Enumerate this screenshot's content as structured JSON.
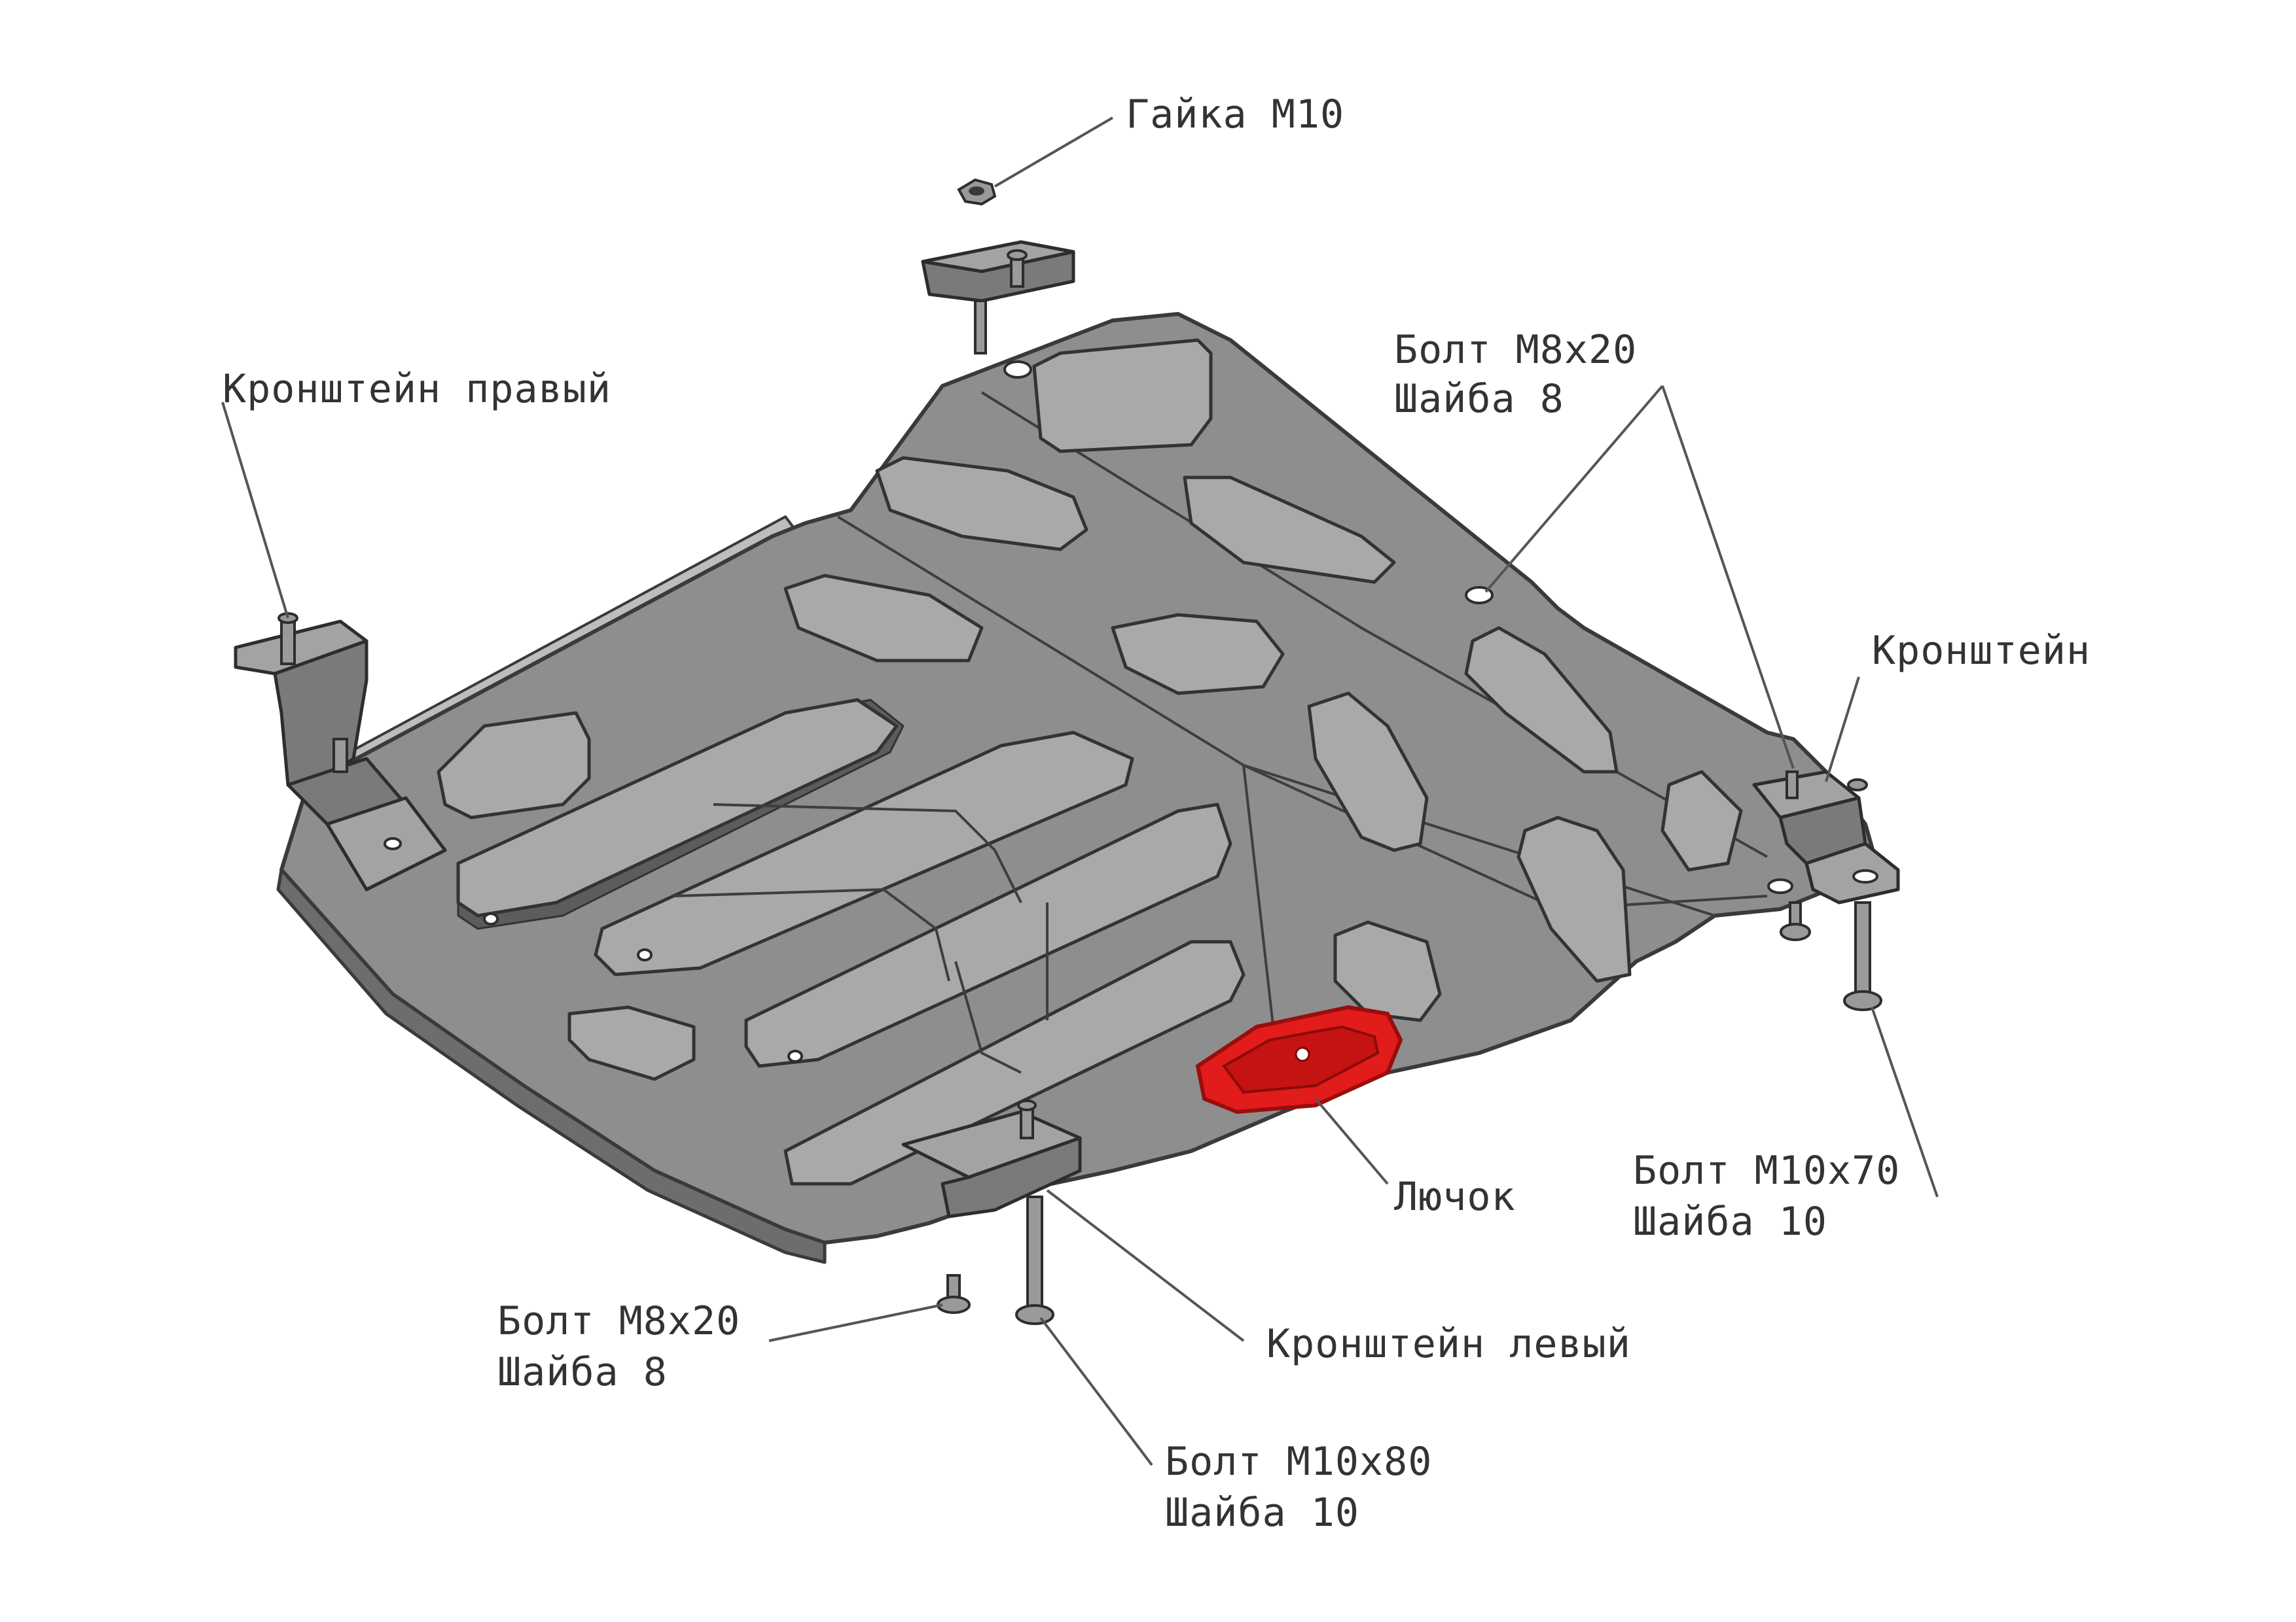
{
  "labels": {
    "nut_m10": "Гайка М10",
    "bracket_right": "Кронштейн правый",
    "bolt_m8_top_line1": "Болт М8х20",
    "bolt_m8_top_line2": "Шайба 8",
    "bracket": "Кронштейн",
    "hatch": "Лючок",
    "bolt_m10x70_line1": "Болт М10х70",
    "bolt_m10x70_line2": "Шайба 10",
    "bolt_m8_bottom_line1": "Болт М8х20",
    "bolt_m8_bottom_line2": "Шайба 8",
    "bracket_left": "Кронштейн левый",
    "bolt_m10x80_line1": "Болт М10х80",
    "bolt_m10x80_line2": "Шайба 10"
  },
  "colors": {
    "hatch_highlight": "#e21b1b",
    "plate": "#8e8e8e",
    "text": "#333333"
  }
}
